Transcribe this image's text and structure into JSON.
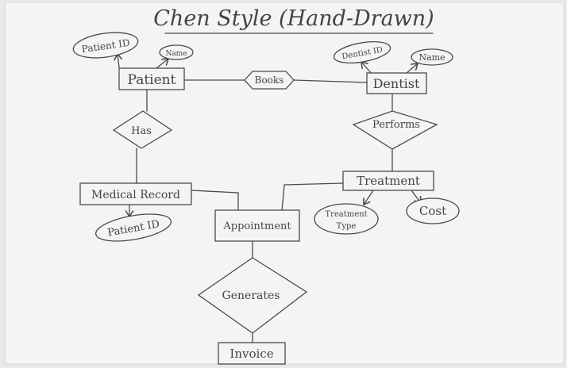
{
  "title": "Chen Style (Hand-Drawn)",
  "entities": {
    "patient": "Patient",
    "dentist": "Dentist",
    "medical_record": "Medical Record",
    "appointment": "Appointment",
    "treatment": "Treatment",
    "invoice": "Invoice"
  },
  "relationships": {
    "books": "Books",
    "has": "Has",
    "performs": "Performs",
    "generates": "Generates"
  },
  "attributes": {
    "patient_id": "Patient ID",
    "patient_name": "Name",
    "dentist_id": "Dentist ID",
    "dentist_name": "Name",
    "record_patient_id": "Patient ID",
    "treatment_type_line1": "Treatment",
    "treatment_type_line2": "Type",
    "cost": "Cost"
  },
  "colors": {
    "paper": "#f4f4f2",
    "ink": "#4a4a4a"
  }
}
